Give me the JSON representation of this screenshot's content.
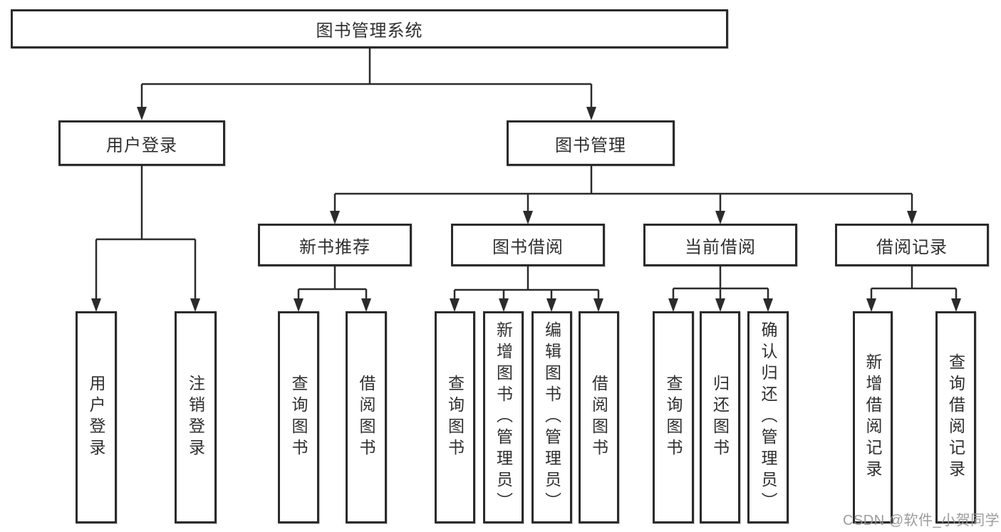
{
  "diagram": {
    "title": "图书管理系统",
    "tree": {
      "label": "图书管理系统",
      "children": [
        {
          "label": "用户登录",
          "children": [
            {
              "label": "用户登录"
            },
            {
              "label": "注销登录"
            }
          ]
        },
        {
          "label": "图书管理",
          "children": [
            {
              "label": "新书推荐",
              "children": [
                {
                  "label": "查询图书"
                },
                {
                  "label": "借阅图书"
                }
              ]
            },
            {
              "label": "图书借阅",
              "children": [
                {
                  "label": "查询图书"
                },
                {
                  "label": "新增图书（管理员）"
                },
                {
                  "label": "编辑图书（管理员）"
                },
                {
                  "label": "借阅图书"
                }
              ]
            },
            {
              "label": "当前借阅",
              "children": [
                {
                  "label": "查询图书"
                },
                {
                  "label": "归还图书"
                },
                {
                  "label": "确认归还（管理员）"
                }
              ]
            },
            {
              "label": "借阅记录",
              "children": [
                {
                  "label": "新增借阅记录"
                },
                {
                  "label": "查询借阅记录"
                }
              ]
            }
          ]
        }
      ]
    },
    "colors": {
      "line": "#2b2b2b",
      "box_border": "#2b2b2b",
      "text": "#2f2f2f",
      "watermark": "#949496",
      "background": "#ffffff"
    }
  },
  "watermark": {
    "text": "CSDN @软件_小贺同学"
  }
}
